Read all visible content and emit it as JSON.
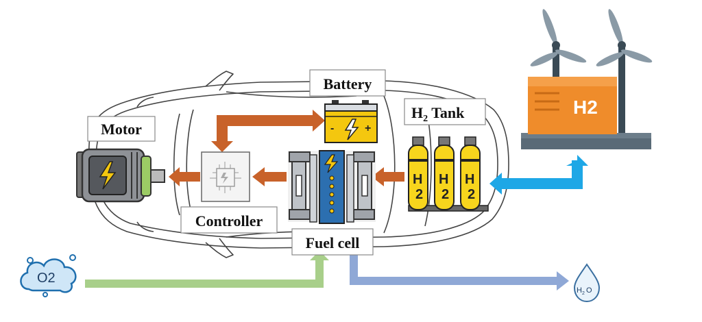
{
  "labels": {
    "motor": "Motor",
    "battery": "Battery",
    "h2_tank_h": "H",
    "h2_tank_sub": "2",
    "h2_tank_rest": " Tank",
    "controller": "Controller",
    "fuel_cell": "Fuel cell"
  },
  "icons": {
    "o2_cloud": "O2",
    "water_drop_h": "H",
    "water_drop_sub": "2",
    "water_drop_o": "O",
    "station": "H2",
    "cylinder_text": "H",
    "cylinder_sub": "2",
    "battery_minus": "-",
    "battery_plus": "+"
  },
  "colors": {
    "power_flow": "#c8622a",
    "hydrogen_flow": "#1ea7e6",
    "oxygen_flow": "#a8cf8a",
    "water_flow": "#8fa8d6",
    "h2_tank_yellow": "#f7d51d",
    "station_orange": "#ef8c2b",
    "battery_yellow": "#f4c70f",
    "fuel_cell_blue": "#2c6fb0",
    "motor_green": "#9ccc65"
  }
}
